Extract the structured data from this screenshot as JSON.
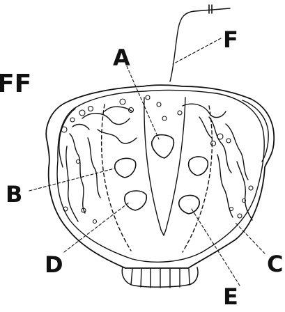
{
  "figure": {
    "corner_label": "FF",
    "labels": {
      "A": "A",
      "B": "B",
      "C": "C",
      "D": "D",
      "E": "E",
      "F": "F"
    }
  },
  "colors": {
    "ink": "#111111",
    "background": "#ffffff"
  }
}
